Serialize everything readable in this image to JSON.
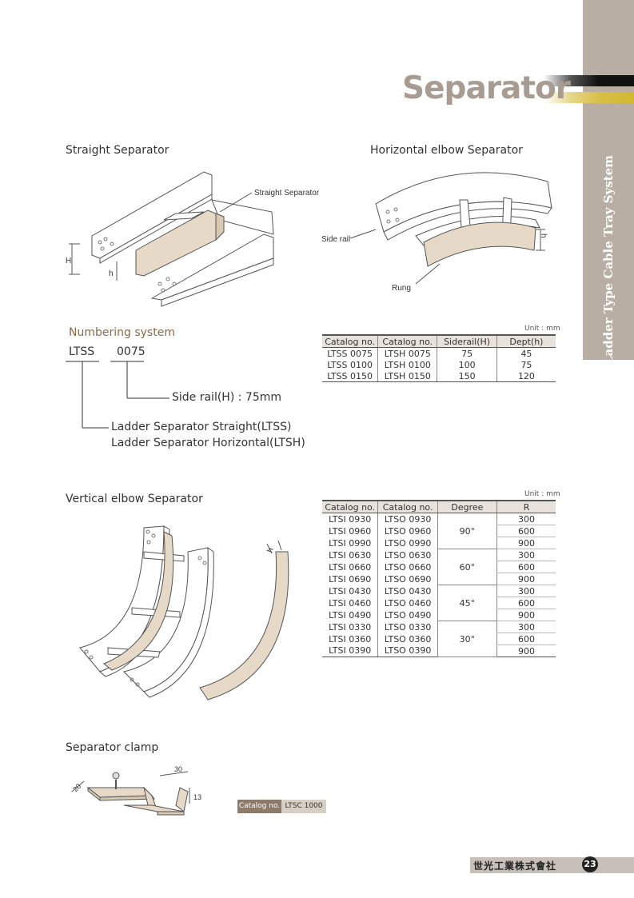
{
  "header": {
    "title": "Separator",
    "side_label": "Ladder Type Cable Tray System"
  },
  "sections": {
    "straight": "Straight Separator",
    "horizontal": "Horizontal elbow Separator",
    "vertical": "Vertical elbow Separator",
    "clamp": "Separator clamp"
  },
  "diagram_labels": {
    "straight_separator": "Straight Separator",
    "H": "H",
    "h": "h",
    "side_rail": "Side rail",
    "rung": "Rung"
  },
  "numbering": {
    "title": "Numbering system",
    "code_prefix": "LTSS",
    "code_number": "0075",
    "side_rail": "Side rail(H) : 75mm",
    "line1": "Ladder Separator Straight(LTSS)",
    "line2": "Ladder Separator Horizontal(LTSH)"
  },
  "table1": {
    "unit": "Unit : mm",
    "headers": [
      "Catalog no.",
      "Catalog no.",
      "Siderail(H)",
      "Dept(h)"
    ],
    "rows": [
      [
        "LTSS 0075",
        "LTSH 0075",
        "75",
        "45"
      ],
      [
        "LTSS 0100",
        "LTSH 0100",
        "100",
        "75"
      ],
      [
        "LTSS 0150",
        "LTSH 0150",
        "150",
        "120"
      ]
    ]
  },
  "table2": {
    "unit": "Unit : mm",
    "headers": [
      "Catalog no.",
      "Catalog no.",
      "Degree",
      "R"
    ],
    "groups": [
      {
        "degree": "90°",
        "rows": [
          [
            "LTSI 0930",
            "LTSO 0930",
            "300"
          ],
          [
            "LTSI 0960",
            "LTSO 0960",
            "600"
          ],
          [
            "LTSI 0990",
            "LTSO 0990",
            "900"
          ]
        ]
      },
      {
        "degree": "60°",
        "rows": [
          [
            "LTSI 0630",
            "LTSO 0630",
            "300"
          ],
          [
            "LTSI 0660",
            "LTSO 0660",
            "600"
          ],
          [
            "LTSI 0690",
            "LTSO 0690",
            "900"
          ]
        ]
      },
      {
        "degree": "45°",
        "rows": [
          [
            "LTSI 0430",
            "LTSO 0430",
            "300"
          ],
          [
            "LTSI 0460",
            "LTSO 0460",
            "600"
          ],
          [
            "LTSI 0490",
            "LTSO 0490",
            "900"
          ]
        ]
      },
      {
        "degree": "30°",
        "rows": [
          [
            "LTSI 0330",
            "LTSO 0330",
            "300"
          ],
          [
            "LTSI 0360",
            "LTSO 0360",
            "600"
          ],
          [
            "LTSI 0390",
            "LTSO 0390",
            "900"
          ]
        ]
      }
    ]
  },
  "clamp": {
    "dim_30": "30",
    "dim_20": "20",
    "dim_13": "13",
    "catalog_label": "Catalog no.",
    "catalog_value": "LTSC 1000"
  },
  "footer": {
    "company": "世光工業株式會社",
    "page": "23"
  },
  "colors": {
    "side_band": "#b8aea4",
    "title": "#a89c92",
    "separator_fill": "#e6d9c8",
    "label_brown": "#8a6a4c"
  }
}
